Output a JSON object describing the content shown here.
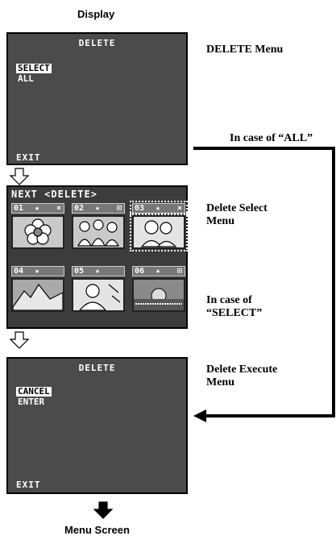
{
  "header": {
    "display": "Display",
    "footer": "Menu Screen"
  },
  "labels": {
    "delete_menu": "DELETE Menu",
    "in_case_all": "In case of “ALL”",
    "delete_select_menu": [
      "Delete Select",
      "Menu"
    ],
    "in_case_select": [
      "In case of",
      "“SELECT”"
    ],
    "delete_execute_menu": [
      "Delete Execute",
      "Menu"
    ]
  },
  "screen1": {
    "title": "DELETE",
    "items": [
      "SELECT",
      "ALL"
    ],
    "exit": "EXIT"
  },
  "screen2": {
    "header": "NEXT  <DELETE>",
    "cells": [
      {
        "num": "01",
        "star": "★",
        "icon": "×"
      },
      {
        "num": "02",
        "star": "★",
        "icon": "⊡"
      },
      {
        "num": "03",
        "star": "★",
        "icon": "×"
      },
      {
        "num": "04",
        "star": "★",
        "icon": ""
      },
      {
        "num": "05",
        "star": "★",
        "icon": ""
      },
      {
        "num": "06",
        "star": "★",
        "icon": "⊡"
      }
    ]
  },
  "screen3": {
    "title": "DELETE",
    "items": [
      "CANCEL",
      "ENTER"
    ],
    "exit": "EXIT"
  }
}
